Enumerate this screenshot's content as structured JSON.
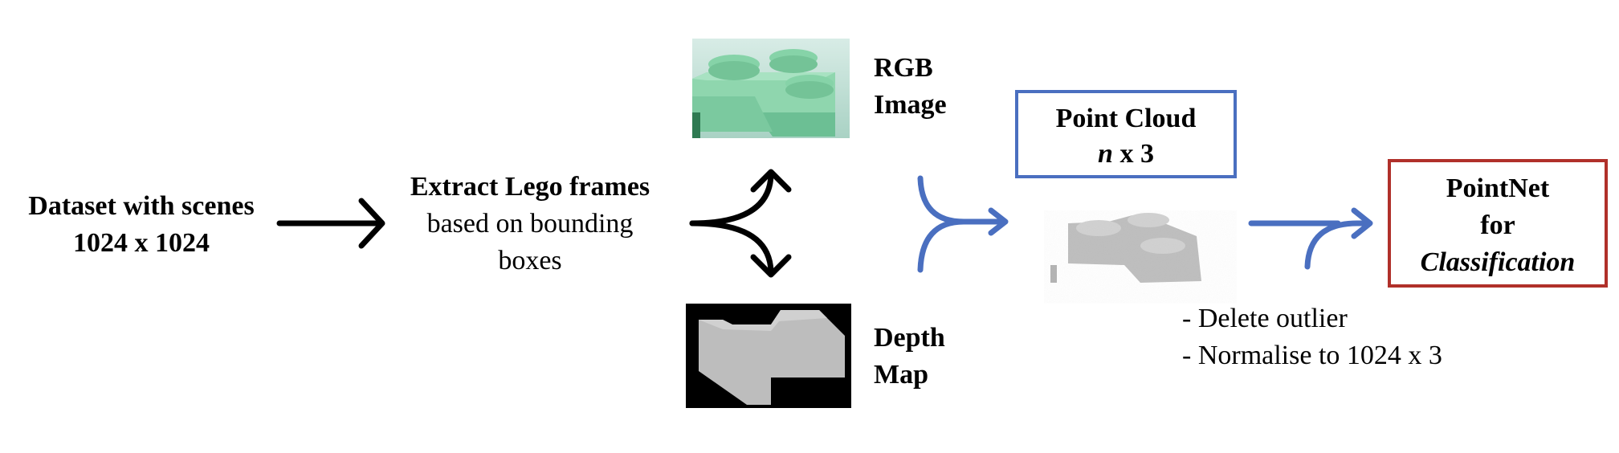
{
  "dataset": {
    "line1": "Dataset with scenes",
    "line2": "1024 x 1024"
  },
  "extract": {
    "title": "Extract Lego frames",
    "line2": "based on bounding",
    "line3": "boxes"
  },
  "rgb": {
    "line1": "RGB",
    "line2": "Image"
  },
  "depth": {
    "line1": "Depth",
    "line2": "Map"
  },
  "point_cloud": {
    "line1": "Point Cloud",
    "n": "n",
    "dims": " x 3"
  },
  "steps": {
    "delete": "- Delete outlier",
    "normalise": "- Normalise to 1024 x 3"
  },
  "pointnet": {
    "line1": "PointNet",
    "line2": "for",
    "line3": "Classification"
  },
  "colors": {
    "black_arrow": "#000000",
    "blue_arrow": "#4a6fc0",
    "point_cloud_border": "#4a6fc0",
    "pointnet_border": "#b0302a",
    "lego_green": "#7fcfa4",
    "depth_gray": "#bdbdbd"
  }
}
